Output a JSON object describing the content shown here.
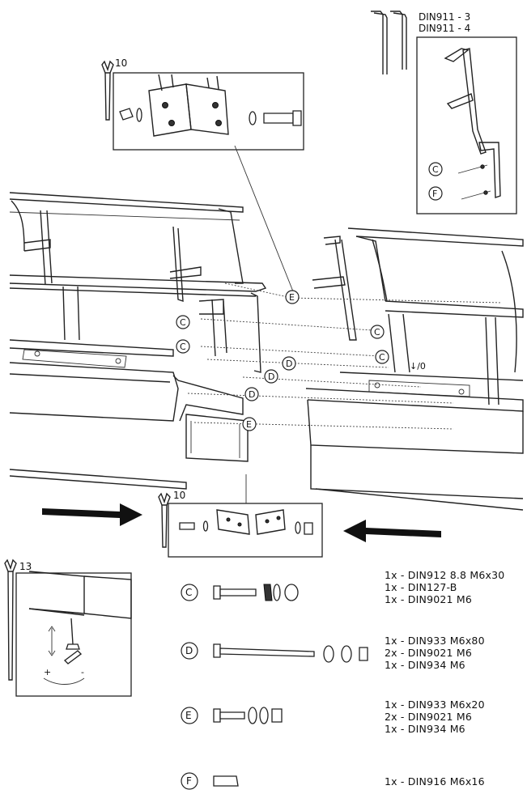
{
  "keys_top": {
    "line1": "DIN911 - 3",
    "line2": "DIN911 - 4"
  },
  "wrench_sizes": {
    "top": "10",
    "bottom": "10",
    "leg": "13"
  },
  "connector_labels": {
    "E_top": "E",
    "C_upper": "C",
    "C_lower": "C",
    "D_upper": "D",
    "D_lower": "D",
    "D_bottom": "D",
    "E_bottom": "E",
    "C_right_upper": "C",
    "C_right_lower": "C",
    "inset_C": "C",
    "inset_F": "F"
  },
  "level_note": "↓/0",
  "leg_adjust": {
    "plus": "+",
    "minus": "-"
  },
  "legend": [
    {
      "key": "C",
      "parts": [
        "1x - DIN912 8.8 M6x30",
        "1x - DIN127-B",
        "1x - DIN9021 M6"
      ]
    },
    {
      "key": "D",
      "parts": [
        "1x - DIN933 M6x80",
        "2x - DIN9021 M6",
        "1x - DIN934 M6"
      ]
    },
    {
      "key": "E",
      "parts": [
        "1x - DIN933 M6x20",
        "2x - DIN9021 M6",
        "1x - DIN934 M6"
      ]
    },
    {
      "key": "F",
      "parts": [
        "1x - DIN916 M6x16"
      ]
    }
  ]
}
